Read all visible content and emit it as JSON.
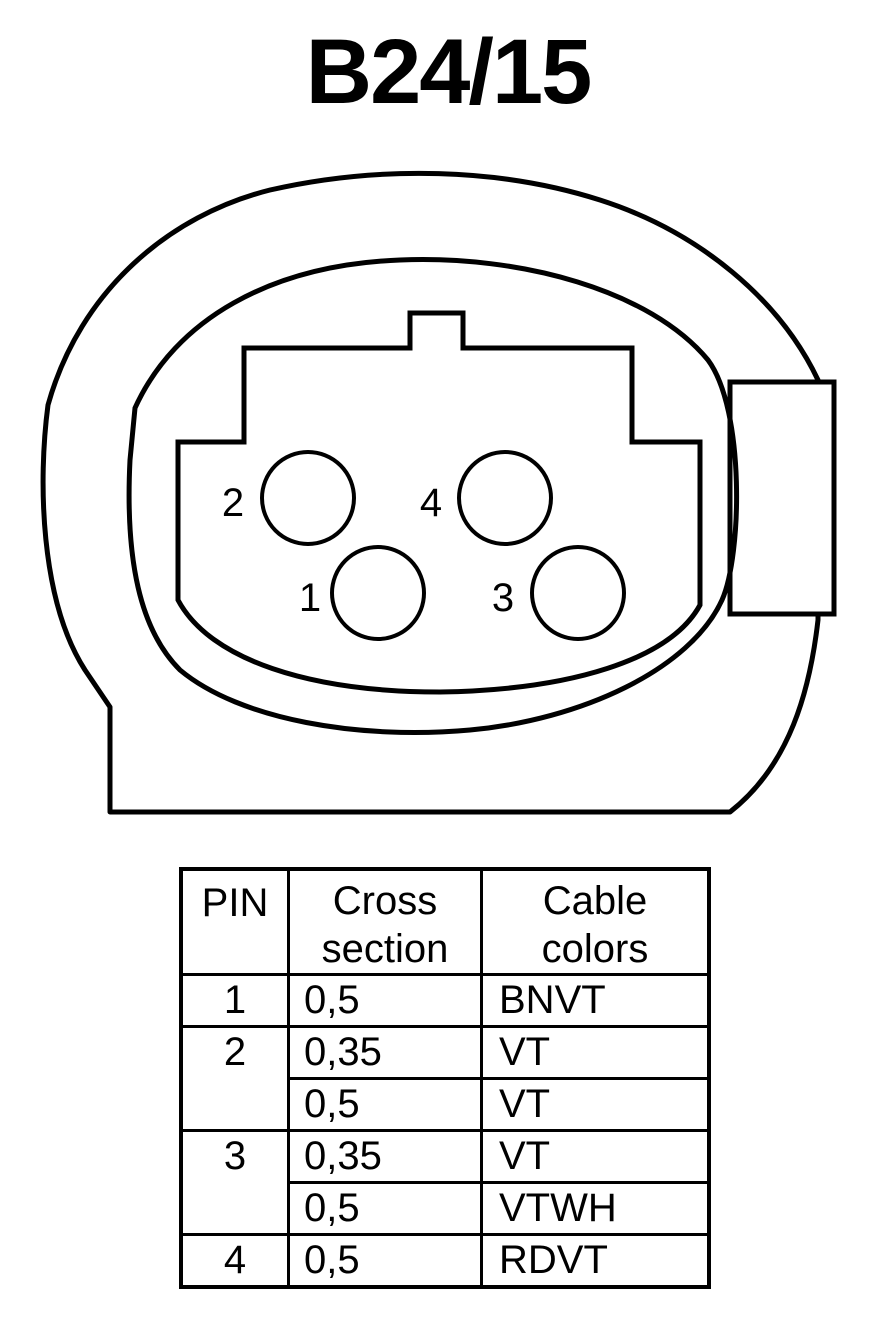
{
  "title": "B24/15",
  "connector": {
    "pin_labels": [
      "1",
      "2",
      "3",
      "4"
    ]
  },
  "table": {
    "headers": {
      "pin": "PIN",
      "cross_section": [
        "Cross",
        "section"
      ],
      "cable_colors": [
        "Cable",
        "colors"
      ]
    },
    "rows": [
      {
        "pin": "1",
        "cross_section": "0,5",
        "color": "BNVT"
      },
      {
        "pin": "2",
        "cross_section": "0,35",
        "color": "VT"
      },
      {
        "pin": "",
        "cross_section": "0,5",
        "color": "VT"
      },
      {
        "pin": "3",
        "cross_section": "0,35",
        "color": "VT"
      },
      {
        "pin": "",
        "cross_section": "0,5",
        "color": "VTWH"
      },
      {
        "pin": "4",
        "cross_section": "0,5",
        "color": "RDVT"
      }
    ]
  }
}
